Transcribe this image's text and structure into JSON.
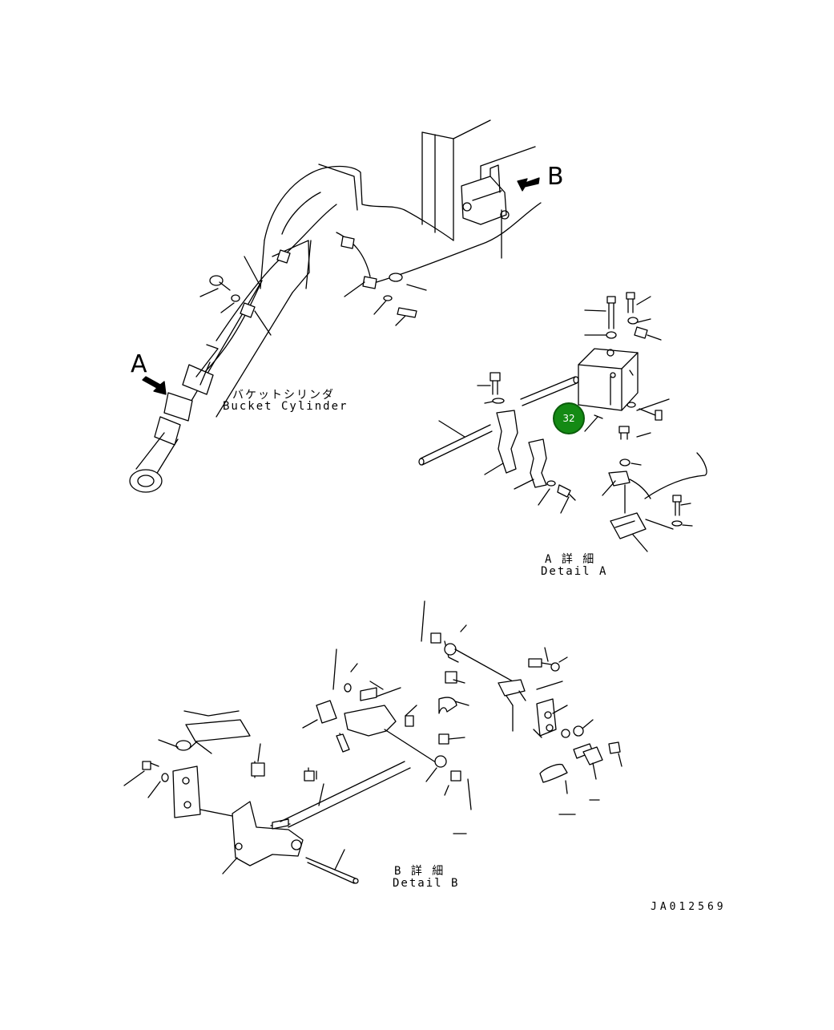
{
  "view_labels": {
    "a": "A",
    "b": "B"
  },
  "bucket_cylinder": {
    "jp": "バケットシリンダ",
    "en": "Bucket Cylinder"
  },
  "detail_a": {
    "jp": "A 詳 細",
    "en": "Detail A"
  },
  "detail_b": {
    "jp": "B 詳 細",
    "en": "Detail B"
  },
  "drawing_number": "JA012569",
  "callout": {
    "number": "32",
    "color": "#148a14"
  }
}
